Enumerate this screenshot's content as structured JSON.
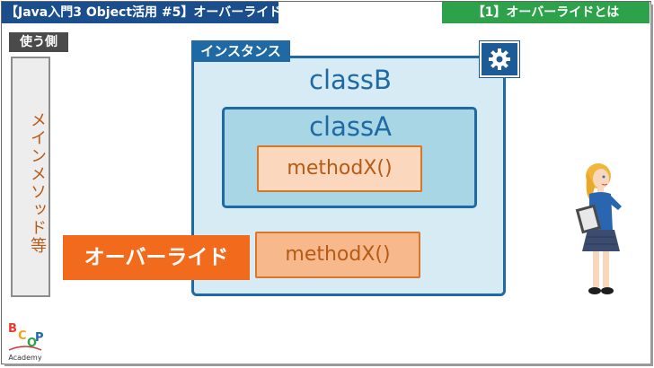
{
  "header": {
    "left_title": "【Java入門3 Object活用 #5】オーバーライド",
    "right_title": "【1】オーバーライドとは"
  },
  "user": {
    "label": "使う側",
    "caller_text": "メインメソッド等"
  },
  "diagram": {
    "instance_label": "インスタンス",
    "settings_icon": "gear-icon",
    "class_b": "classB",
    "class_a": "classA",
    "method_inner": "methodX()",
    "method_override": "methodX()",
    "override_label": "オーバーライド"
  },
  "logo": {
    "letters": [
      "B",
      "C",
      "O",
      "P"
    ],
    "caption": "Academy"
  },
  "colors": {
    "header_left_bg": "#1a4e8c",
    "header_right_bg": "#2ea24a",
    "instance_border": "#1f6aa5",
    "override_bg": "#f26b1d",
    "method_border": "#d9762b"
  }
}
